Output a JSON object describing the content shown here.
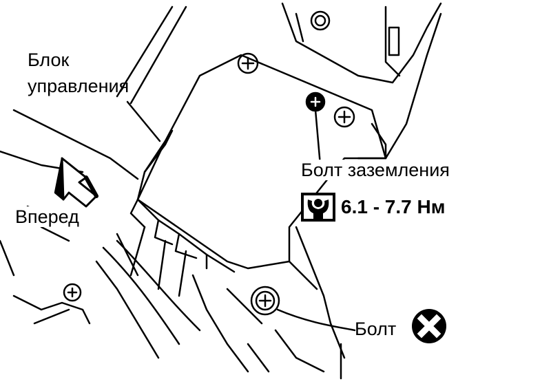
{
  "labels": {
    "control_unit_line1": "Блок",
    "control_unit_line2": "управления",
    "forward": "Вперед",
    "ground_bolt": "Болт заземления",
    "torque": "6.1 - 7.7 Нм",
    "bolt": "Болт"
  },
  "icons": [
    "torque-wrench-icon",
    "do-not-reuse-x-icon",
    "forward-arrow-icon"
  ]
}
